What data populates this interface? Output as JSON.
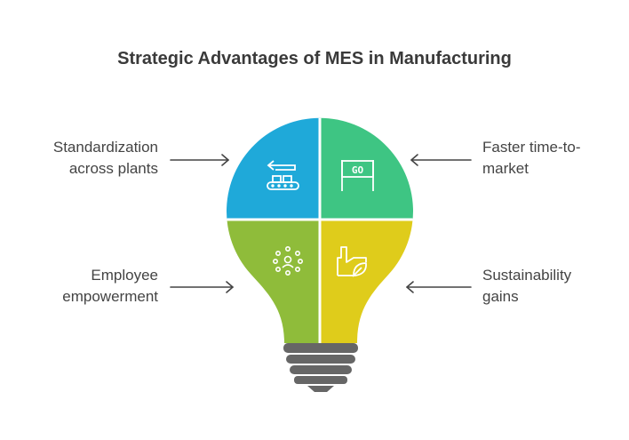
{
  "title": "Strategic Advantages of MES in Manufacturing",
  "items": [
    {
      "line1": "Standardization",
      "line2": "across plants",
      "icon": "conveyor-arrow-icon",
      "color": "#1fa9d9"
    },
    {
      "line1": "Faster time-to-",
      "line2": "market",
      "icon": "go-sign-icon",
      "color": "#3ec583"
    },
    {
      "line1": "Employee",
      "line2": "empowerment",
      "icon": "people-network-icon",
      "color": "#8fbc3a"
    },
    {
      "line1": "Sustainability",
      "line2": "gains",
      "icon": "factory-leaf-icon",
      "color": "#dfcc1b"
    }
  ],
  "go_text": "GO",
  "base_color": "#666666"
}
